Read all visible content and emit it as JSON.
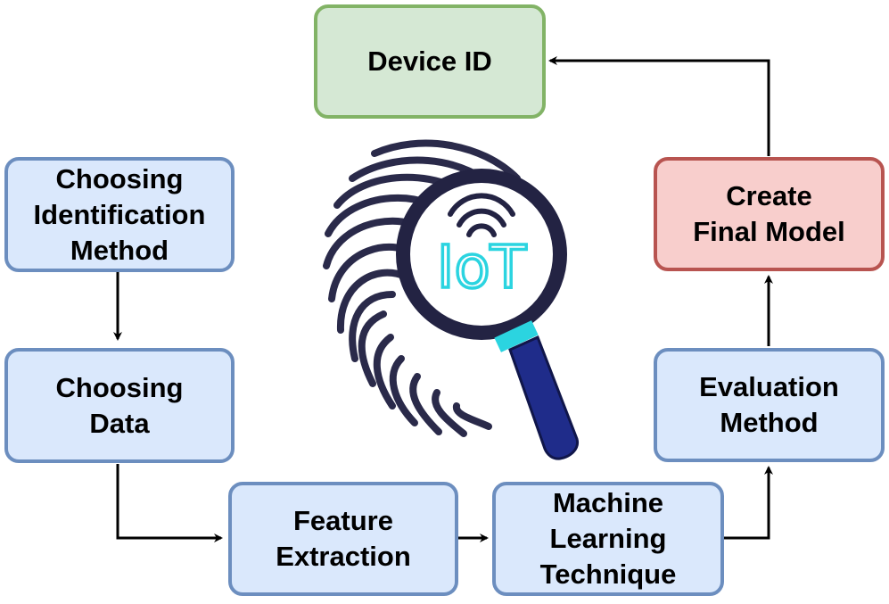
{
  "nodes": {
    "device_id": "Device ID",
    "choosing_method": "Choosing\nIdentification\nMethod",
    "choosing_data": "Choosing\nData",
    "feature_extraction": "Feature\nExtraction",
    "ml_technique": "Machine\nLearning\nTechnique",
    "evaluation": "Evaluation\nMethod",
    "final_model": "Create\nFinal Model"
  },
  "logo": {
    "text": "IoT",
    "icon": "fingerprint-magnifier-icon"
  },
  "colors": {
    "blue_fill": "#dae8fc",
    "blue_stroke": "#6c8ebf",
    "green_fill": "#d5e8d4",
    "green_stroke": "#82b366",
    "red_fill": "#f8cecc",
    "red_stroke": "#b85450",
    "fingerprint": "#2a2a4a",
    "iot_text": "#2bd4e0",
    "handle": "#1f2c8a"
  }
}
